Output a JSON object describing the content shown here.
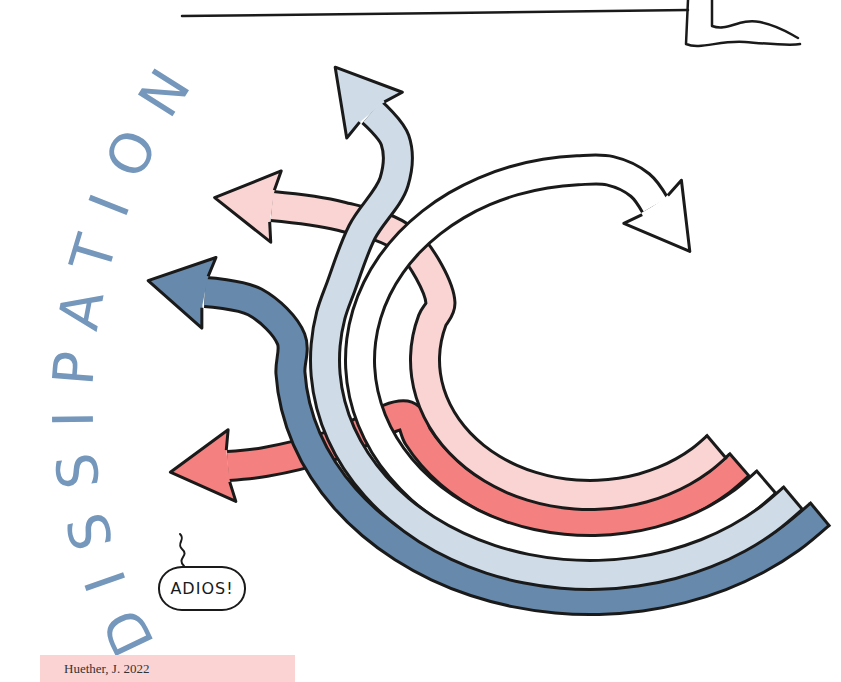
{
  "diagram": {
    "title": "DISSIPATION",
    "caption": "Huether, J. 2022",
    "nodes": [
      {
        "text": [
          "ADIOS!"
        ]
      }
    ]
  }
}
